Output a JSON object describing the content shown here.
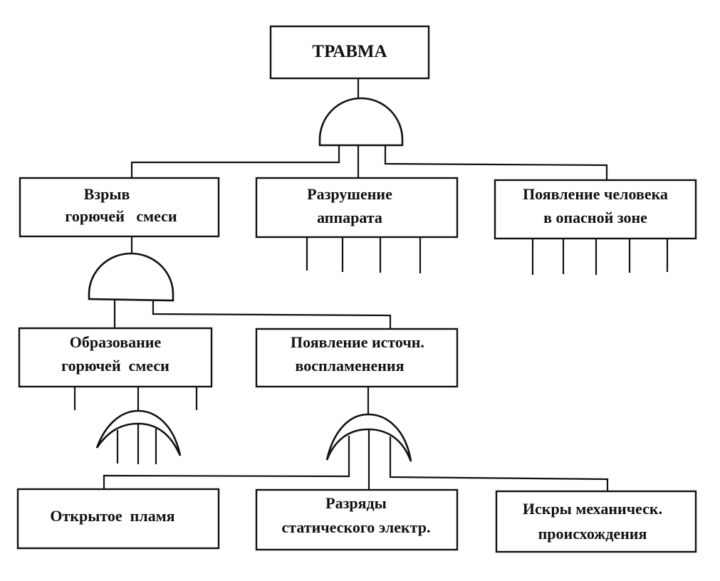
{
  "diagram": {
    "type": "fault-tree",
    "top_event": {
      "id": "trauma",
      "lines": [
        "ТРАВМА"
      ],
      "gate": "AND"
    },
    "level1": [
      {
        "id": "explosion",
        "lines": [
          "Взрыв",
          "горючей   смеси"
        ],
        "gate": "AND",
        "open_inputs": 0
      },
      {
        "id": "apparatus-destruction",
        "lines": [
          "Разрушение",
          "аппарата"
        ],
        "open_inputs": 4
      },
      {
        "id": "person-in-danger-zone",
        "lines": [
          "Появление человека",
          "в опасной зоне"
        ],
        "open_inputs": 5
      }
    ],
    "level2": [
      {
        "id": "mixture-formation",
        "lines": [
          "Образование",
          "горючей  смеси"
        ],
        "gate": "OR",
        "open_inputs": 2,
        "gate_open_inputs": 3
      },
      {
        "id": "ignition-source",
        "lines": [
          "Появление источн.",
          "воспламенения"
        ],
        "gate": "OR"
      }
    ],
    "level3": [
      {
        "id": "open-flame",
        "lines": [
          "Открытое  пламя"
        ]
      },
      {
        "id": "static-discharge",
        "lines": [
          "Разряды",
          "статического электр."
        ]
      },
      {
        "id": "mechanical-sparks",
        "lines": [
          "Искры механическ.",
          "происхождения"
        ]
      }
    ]
  }
}
